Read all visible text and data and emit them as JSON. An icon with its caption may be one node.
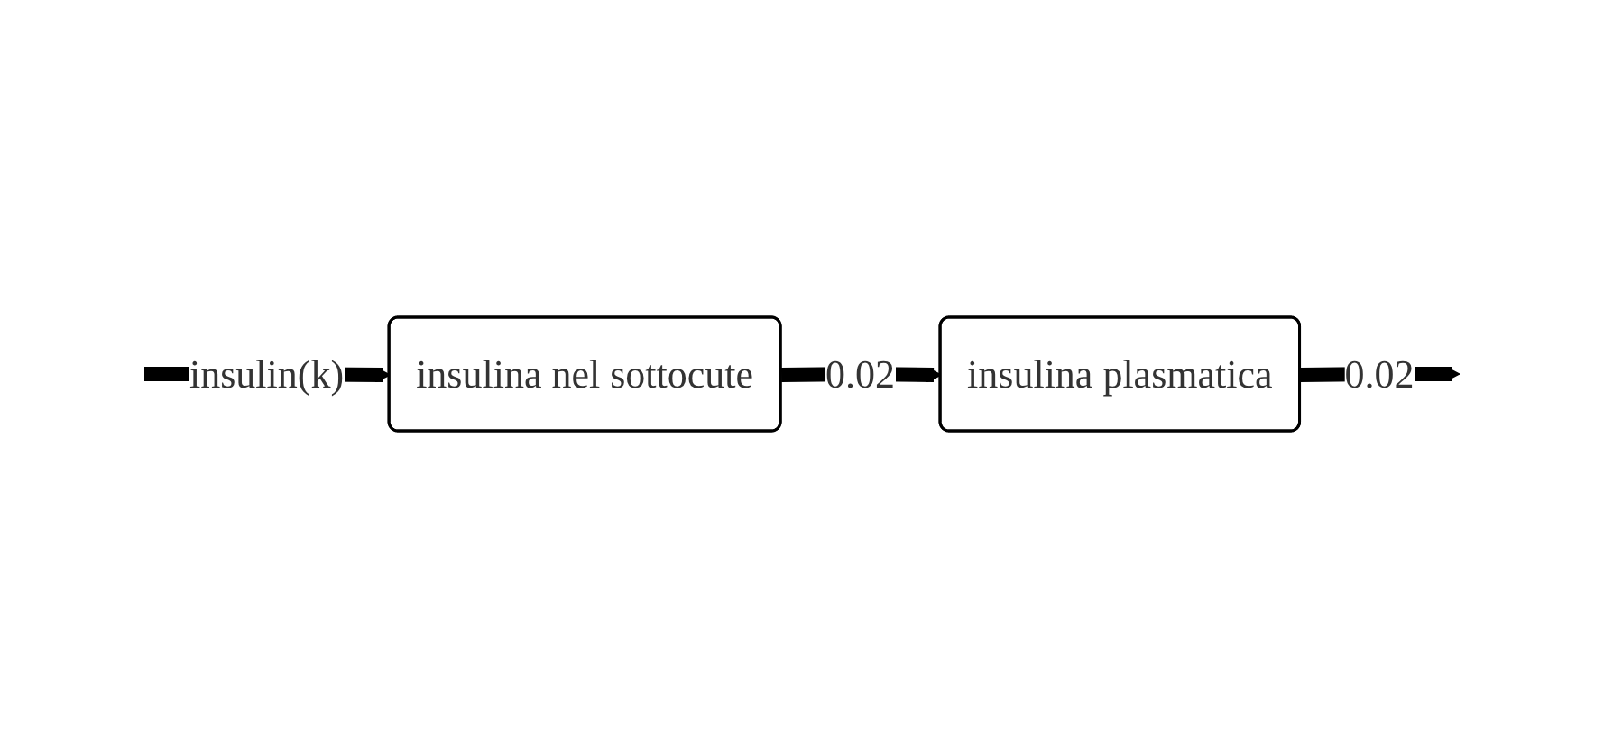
{
  "diagram": {
    "nodes": [
      {
        "text": [
          "insulina nel sottocute"
        ]
      },
      {
        "text": [
          "insulina plasmatica"
        ]
      }
    ],
    "edges": [
      {
        "from": 0,
        "to": 1,
        "arrow": "to",
        "label": "0.02"
      },
      {
        "from": null,
        "to": 0,
        "arrow": "to",
        "label": "insulin(k)"
      },
      {
        "from": 1,
        "to": null,
        "arrow": "to",
        "label": "0.02"
      }
    ]
  }
}
